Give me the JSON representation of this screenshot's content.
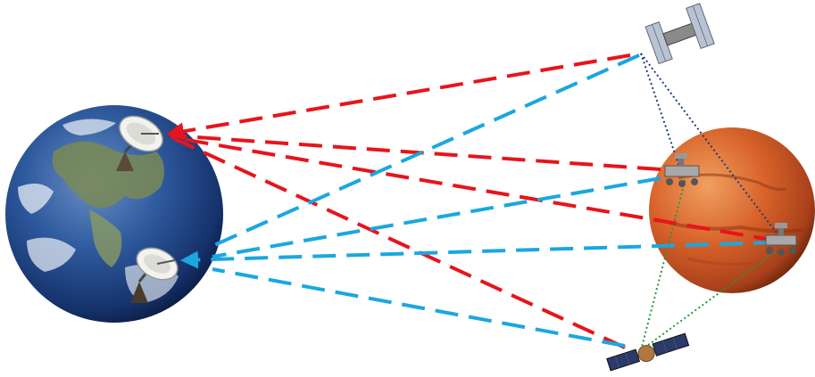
{
  "diagram": {
    "description_visible_text": [],
    "colors": {
      "uplink_red": "#e8141b",
      "downlink_blue": "#1aa7e0",
      "orbit_blue_dotted": "#1f3a7a",
      "orbit_green_dotted": "#1f9a3a",
      "earth_ocean": "#1f4a8c",
      "mars_surface": "#d8632a"
    },
    "nodes": [
      {
        "name": "earth",
        "icon": "earth-globe"
      },
      {
        "name": "mars",
        "icon": "mars-planet"
      },
      {
        "name": "ground-antenna-upper",
        "icon": "satellite-dish-icon"
      },
      {
        "name": "ground-antenna-lower",
        "icon": "satellite-dish-icon"
      },
      {
        "name": "orbiter-top",
        "icon": "satellite-icon"
      },
      {
        "name": "orbiter-bottom",
        "icon": "satellite-icon"
      },
      {
        "name": "rover-upper",
        "icon": "rover-icon"
      },
      {
        "name": "rover-lower",
        "icon": "rover-icon"
      }
    ],
    "links": [
      {
        "from": "orbiter-top",
        "to": "ground-antenna-upper",
        "style": "red-dashed"
      },
      {
        "from": "rover-upper",
        "to": "ground-antenna-upper",
        "style": "red-dashed"
      },
      {
        "from": "rover-lower",
        "to": "ground-antenna-upper",
        "style": "red-dashed"
      },
      {
        "from": "orbiter-bottom",
        "to": "ground-antenna-upper",
        "style": "red-dashed"
      },
      {
        "from": "orbiter-top",
        "to": "ground-antenna-lower",
        "style": "blue-dashed"
      },
      {
        "from": "rover-upper",
        "to": "ground-antenna-lower",
        "style": "blue-dashed"
      },
      {
        "from": "rover-lower",
        "to": "ground-antenna-lower",
        "style": "blue-dashed"
      },
      {
        "from": "orbiter-bottom",
        "to": "ground-antenna-lower",
        "style": "blue-dashed"
      },
      {
        "from": "orbiter-top",
        "to": "rover-upper",
        "style": "navy-dotted"
      },
      {
        "from": "orbiter-top",
        "to": "rover-lower",
        "style": "navy-dotted"
      },
      {
        "from": "orbiter-bottom",
        "to": "rover-upper",
        "style": "green-dotted"
      },
      {
        "from": "orbiter-bottom",
        "to": "rover-lower",
        "style": "green-dotted"
      }
    ]
  }
}
